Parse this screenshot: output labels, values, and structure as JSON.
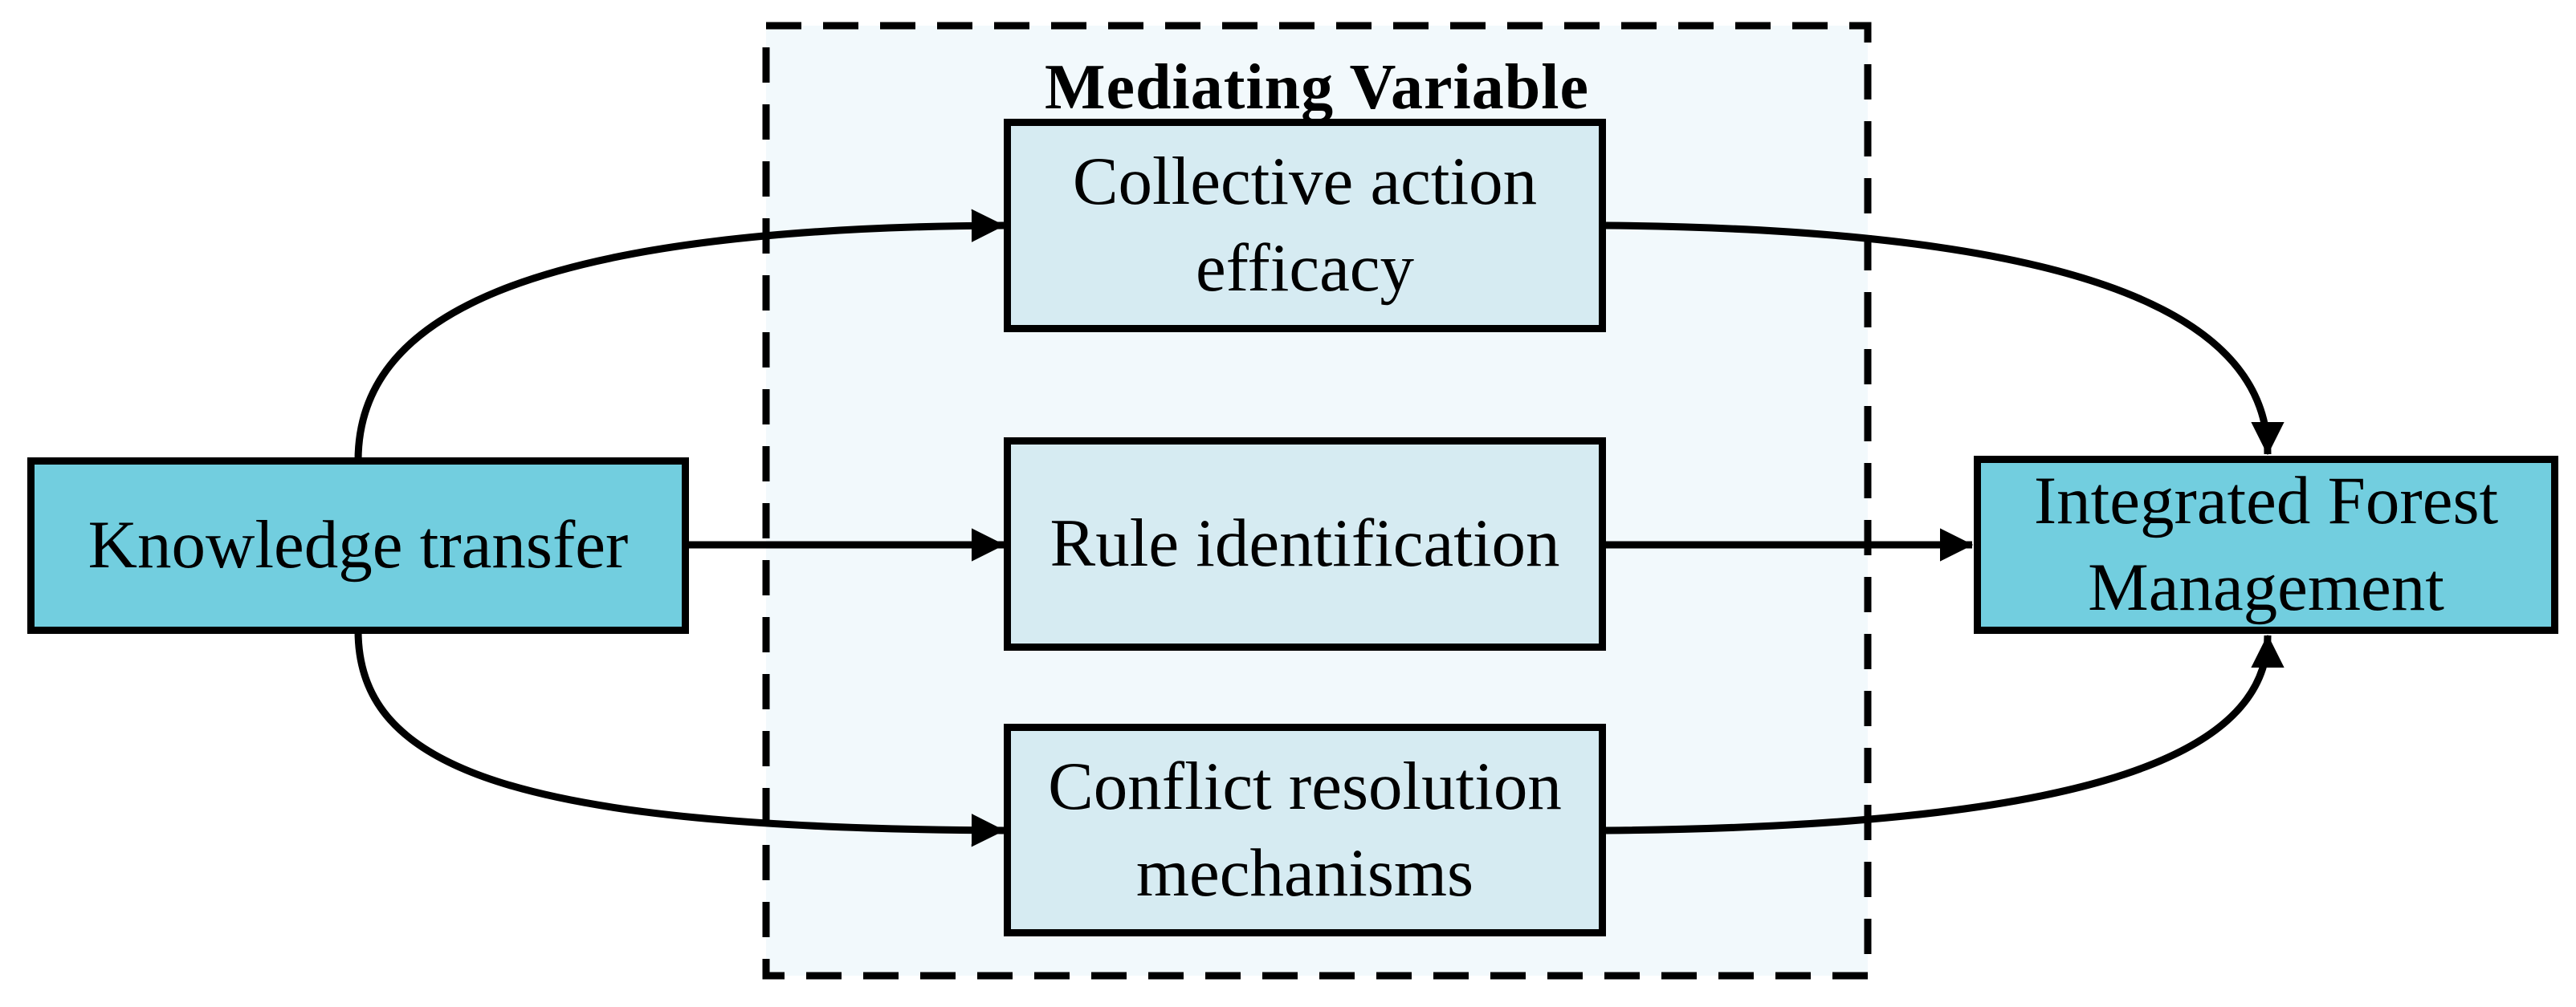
{
  "colors": {
    "node-cyan": "#72CEDF",
    "node-blue": "#D6EBF2",
    "panel-fill": "#F2F9FC",
    "line": "#000000"
  },
  "panel": {
    "label": "Mediating Variable"
  },
  "nodes": {
    "knowledge": {
      "lines": [
        "Knowledge transfer"
      ]
    },
    "collective": {
      "lines": [
        "Collective action",
        "efficacy"
      ]
    },
    "rule": {
      "lines": [
        "Rule identification"
      ]
    },
    "conflict": {
      "lines": [
        "Conflict resolution",
        "mechanisms"
      ]
    },
    "ifm": {
      "lines": [
        "Integrated Forest",
        "Management"
      ]
    }
  },
  "edges": [
    {
      "from": "Knowledge transfer",
      "to": "Collective action efficacy"
    },
    {
      "from": "Knowledge transfer",
      "to": "Rule identification"
    },
    {
      "from": "Knowledge transfer",
      "to": "Conflict resolution mechanisms"
    },
    {
      "from": "Collective action efficacy",
      "to": "Integrated Forest Management"
    },
    {
      "from": "Rule identification",
      "to": "Integrated Forest Management"
    },
    {
      "from": "Conflict resolution mechanisms",
      "to": "Integrated Forest Management"
    }
  ]
}
